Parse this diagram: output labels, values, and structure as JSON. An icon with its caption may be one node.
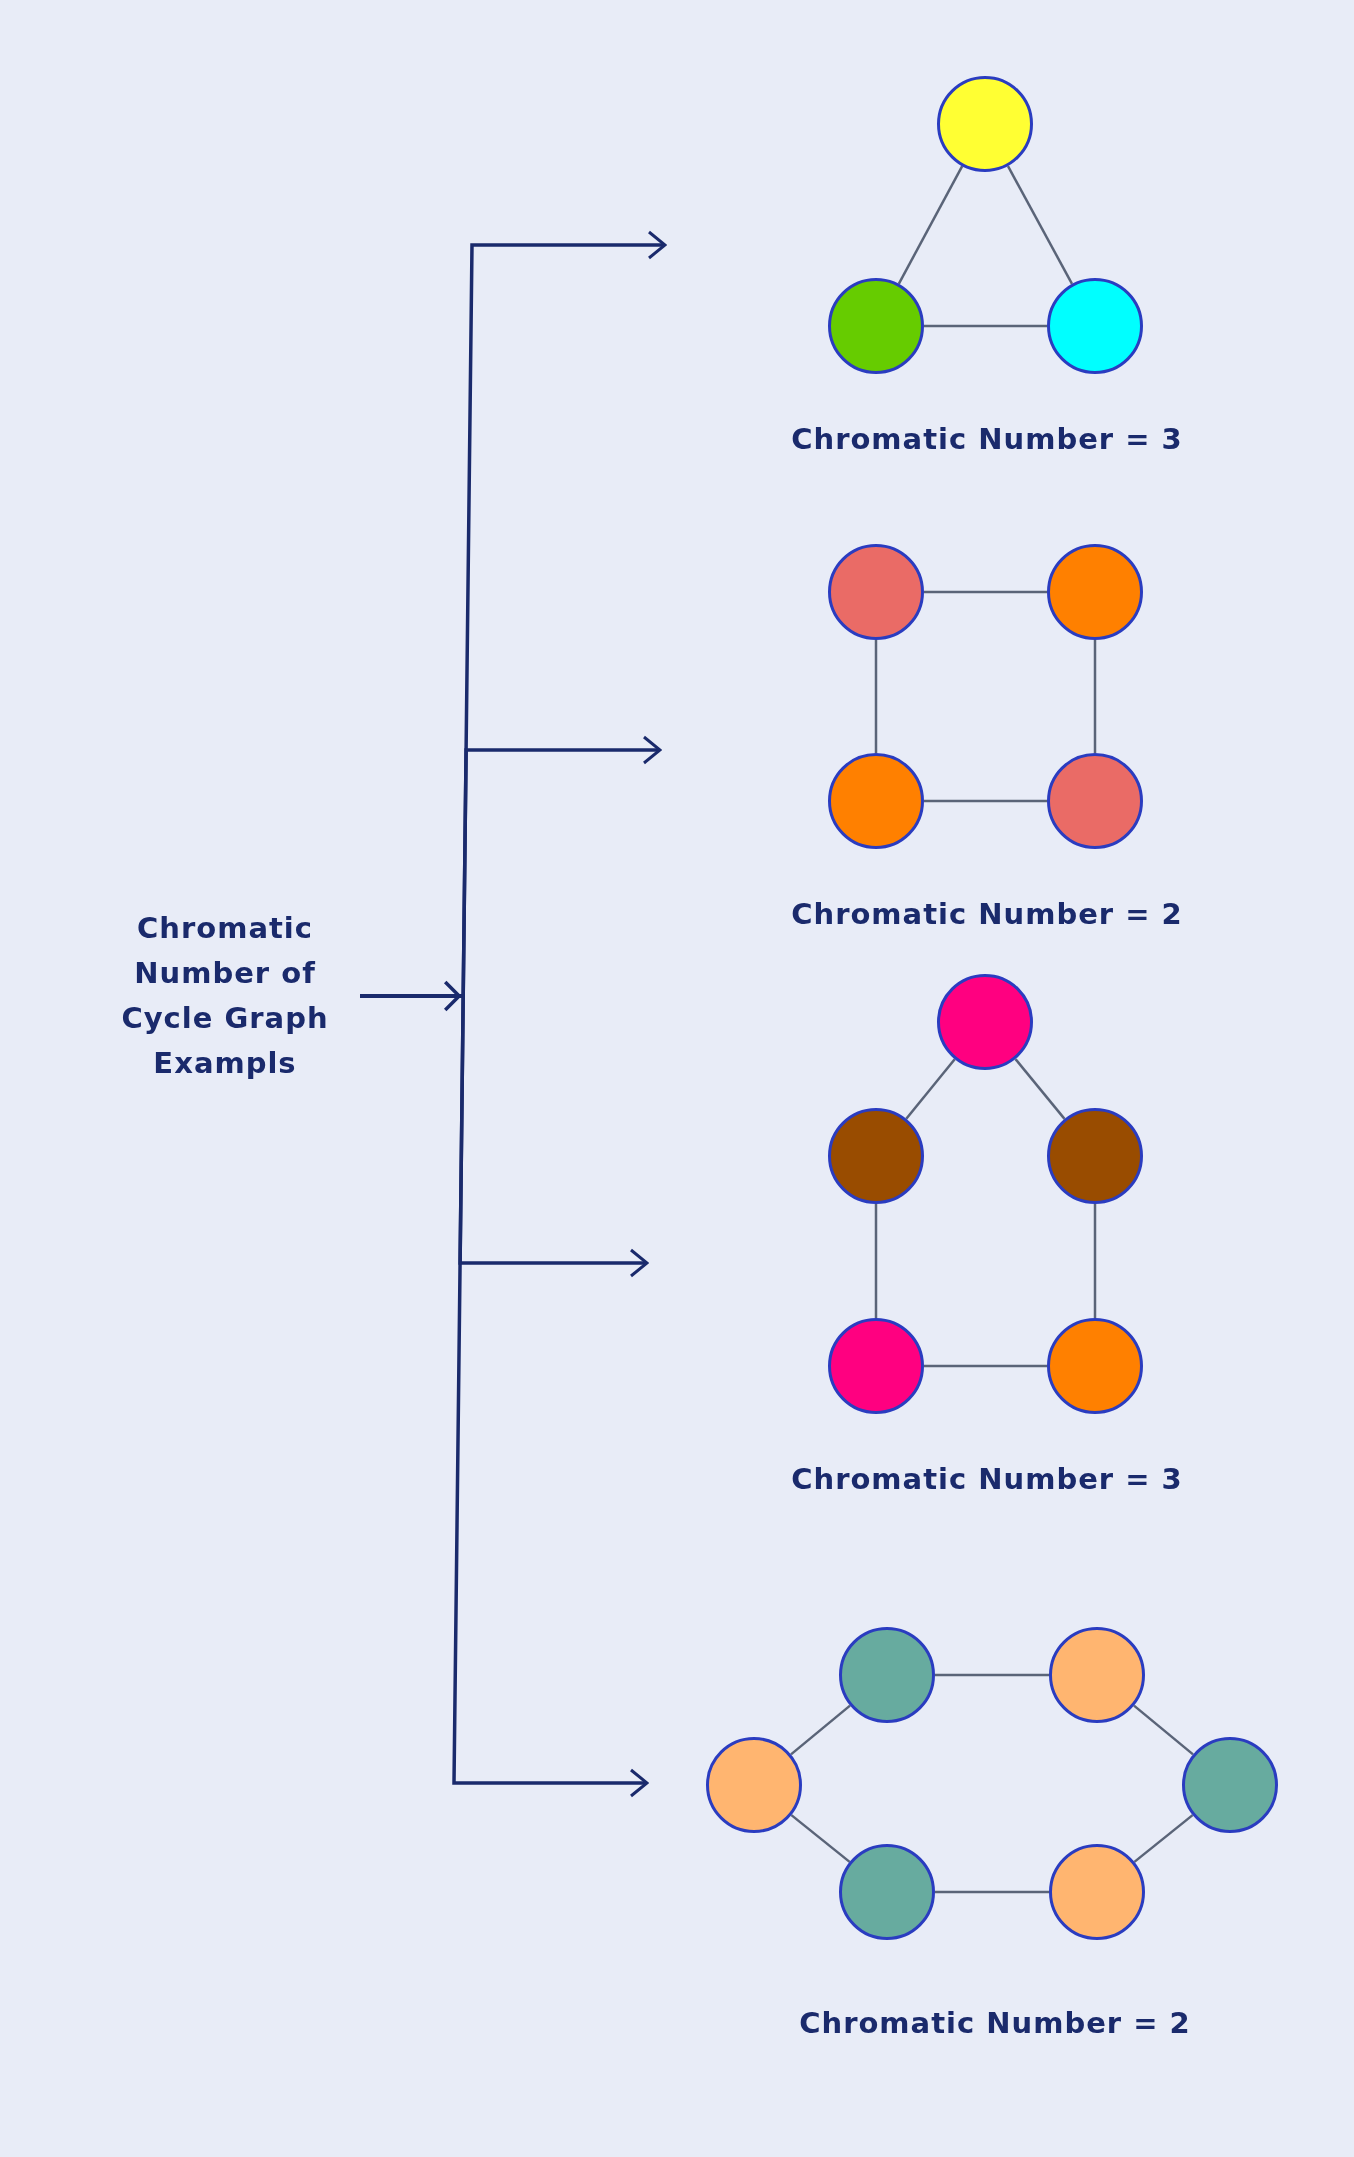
{
  "diagram": {
    "nodes": [
      {
        "text": [
          "Chromatic Number of Cycle Graph Exampls"
        ]
      },
      {
        "text": [],
        "shape": "circle"
      },
      {
        "text": [],
        "shape": "circle"
      },
      {
        "text": [],
        "shape": "circle"
      },
      {
        "text": [],
        "shape": "circle"
      },
      {
        "text": [],
        "shape": "circle"
      },
      {
        "text": [],
        "shape": "circle"
      },
      {
        "text": [],
        "shape": "circle"
      },
      {
        "text": [],
        "shape": "circle"
      },
      {
        "text": [],
        "shape": "circle"
      },
      {
        "text": [],
        "shape": "circle"
      },
      {
        "text": [],
        "shape": "circle"
      },
      {
        "text": [],
        "shape": "circle"
      },
      {
        "text": [],
        "shape": "circle"
      },
      {
        "text": [],
        "shape": "circle"
      },
      {
        "text": [],
        "shape": "circle"
      },
      {
        "text": [],
        "shape": "circle"
      },
      {
        "text": [],
        "shape": "circle"
      },
      {
        "text": [],
        "shape": "circle"
      }
    ],
    "edges": [
      {
        "from": 0,
        "to": null,
        "arrow": "to"
      },
      {
        "from": 0,
        "to": null,
        "arrow": "to"
      },
      {
        "from": 0,
        "to": null,
        "arrow": "to"
      },
      {
        "from": 0,
        "to": null,
        "arrow": "to"
      },
      {
        "from": 1,
        "to": 2,
        "arrow": "none"
      },
      {
        "from": 1,
        "to": 3,
        "arrow": "none"
      },
      {
        "from": 2,
        "to": 3,
        "arrow": "none"
      },
      {
        "from": 4,
        "to": 5,
        "arrow": "none"
      },
      {
        "from": 4,
        "to": 6,
        "arrow": "none"
      },
      {
        "from": 5,
        "to": 7,
        "arrow": "none"
      },
      {
        "from": 6,
        "to": 7,
        "arrow": "none"
      },
      {
        "from": 8,
        "to": 9,
        "arrow": "none"
      },
      {
        "from": 8,
        "to": 10,
        "arrow": "none"
      },
      {
        "from": 9,
        "to": 11,
        "arrow": "none"
      },
      {
        "from": 10,
        "to": 12,
        "arrow": "none"
      },
      {
        "from": 11,
        "to": 12,
        "arrow": "none"
      },
      {
        "from": 13,
        "to": 14,
        "arrow": "none"
      },
      {
        "from": 13,
        "to": 15,
        "arrow": "none"
      },
      {
        "from": 14,
        "to": 16,
        "arrow": "none"
      },
      {
        "from": 15,
        "to": 17,
        "arrow": "none"
      },
      {
        "from": 16,
        "to": 18,
        "arrow": "none"
      },
      {
        "from": 17,
        "to": 18,
        "arrow": "none"
      }
    ],
    "labels": [
      "Chromatic Number = 3",
      "Chromatic Number = 2",
      "Chromatic Number = 3",
      "Chromatic Number = 2"
    ]
  }
}
